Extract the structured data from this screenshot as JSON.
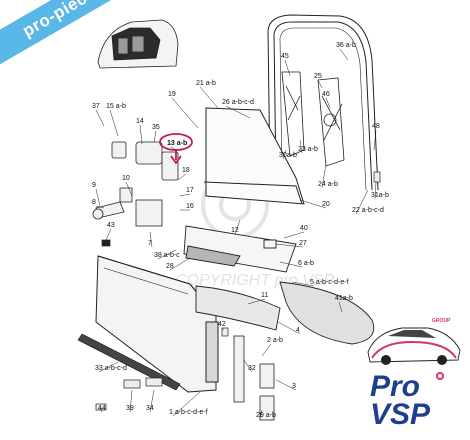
{
  "banner": {
    "text": "pro-piece-vsp.com"
  },
  "watermark": {
    "text": "COPYRIGHT pro VSP"
  },
  "logo": {
    "line1": "Pro",
    "line2": "VSP",
    "tag": "GROUP"
  },
  "colors": {
    "banner": "#58b7e6",
    "logo_blue": "#1f3f8c",
    "logo_pink": "#d6336c",
    "highlight": "#c2185b",
    "line": "#222222"
  },
  "callouts": [
    {
      "id": "36",
      "text": "36 a-b"
    },
    {
      "id": "45",
      "text": "45"
    },
    {
      "id": "25",
      "text": "25"
    },
    {
      "id": "46",
      "text": "46"
    },
    {
      "id": "21",
      "text": "21 a-b"
    },
    {
      "id": "26",
      "text": "26 a-b-c-d"
    },
    {
      "id": "19",
      "text": "19"
    },
    {
      "id": "37",
      "text": "37"
    },
    {
      "id": "15",
      "text": "15 a-b"
    },
    {
      "id": "14",
      "text": "14"
    },
    {
      "id": "35",
      "text": "35"
    },
    {
      "id": "13",
      "text": "13 a-b",
      "highlight": true
    },
    {
      "id": "23",
      "text": "23 a-b"
    },
    {
      "id": "30",
      "text": "30a-b"
    },
    {
      "id": "48",
      "text": "48"
    },
    {
      "id": "24",
      "text": "24 a-b"
    },
    {
      "id": "31",
      "text": "31a-b"
    },
    {
      "id": "22",
      "text": "22 a-b-c-d"
    },
    {
      "id": "18",
      "text": "18"
    },
    {
      "id": "10",
      "text": "10"
    },
    {
      "id": "9",
      "text": "9"
    },
    {
      "id": "8",
      "text": "8"
    },
    {
      "id": "17",
      "text": "17"
    },
    {
      "id": "16",
      "text": "16"
    },
    {
      "id": "20",
      "text": "20"
    },
    {
      "id": "12",
      "text": "12"
    },
    {
      "id": "40",
      "text": "40"
    },
    {
      "id": "43",
      "text": "43"
    },
    {
      "id": "7",
      "text": "7"
    },
    {
      "id": "27",
      "text": "27"
    },
    {
      "id": "38",
      "text": "38 a-b-c"
    },
    {
      "id": "28",
      "text": "28"
    },
    {
      "id": "6",
      "text": "6 a-b"
    },
    {
      "id": "5",
      "text": "5 a-b-c-d-e-f"
    },
    {
      "id": "11",
      "text": "11"
    },
    {
      "id": "41",
      "text": "41a-b"
    },
    {
      "id": "42",
      "text": "42"
    },
    {
      "id": "4",
      "text": "4"
    },
    {
      "id": "2",
      "text": "2 a-b"
    },
    {
      "id": "33",
      "text": "33 a-b-c-d"
    },
    {
      "id": "32",
      "text": "32"
    },
    {
      "id": "3",
      "text": "3"
    },
    {
      "id": "44",
      "text": "44"
    },
    {
      "id": "39",
      "text": "39"
    },
    {
      "id": "34",
      "text": "34"
    },
    {
      "id": "1",
      "text": "1 a-b-c-d-e-f"
    },
    {
      "id": "29",
      "text": "29 a-b"
    }
  ]
}
